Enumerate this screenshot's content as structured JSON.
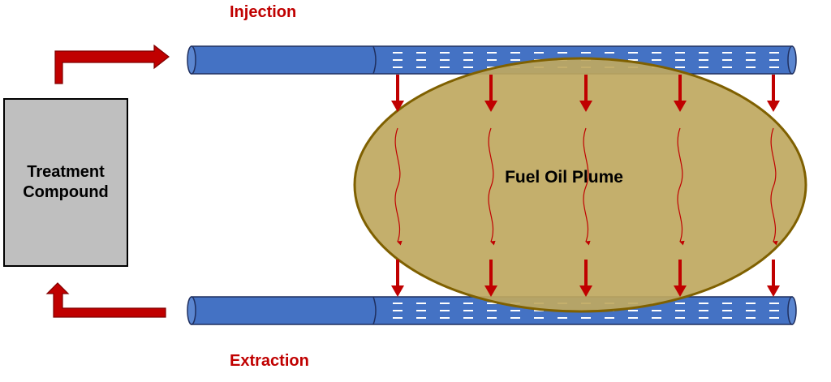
{
  "labels": {
    "injection": "Injection",
    "extraction": "Extraction",
    "treatment_line1": "Treatment",
    "treatment_line2": "Compound",
    "plume": "Fuel Oil Plume"
  },
  "colors": {
    "pipe": "#4472c4",
    "pipe_edge": "#1f2f5f",
    "arrow": "#c00000",
    "plume_fill": "#bfa860",
    "plume_edge": "#7f6000",
    "box": "#bfbfbf",
    "label": "#c00000"
  },
  "flow_columns": 5
}
